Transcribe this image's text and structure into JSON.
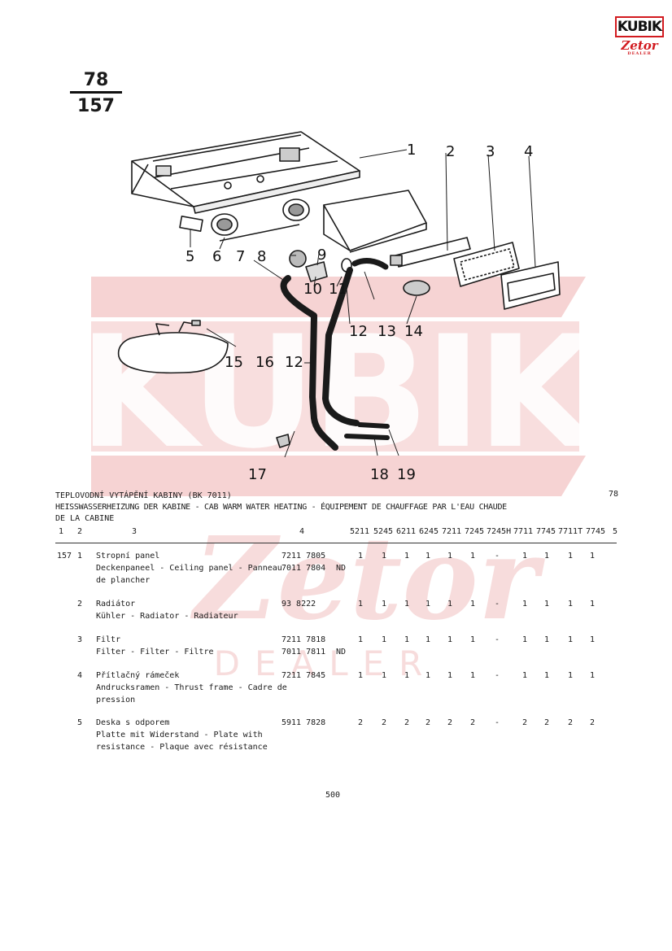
{
  "logo": {
    "brand": "KUBIK",
    "sub": "Zetor",
    "dealer": "DEALER"
  },
  "watermark": {
    "brand": "KUBIK",
    "sub": "Zetor",
    "dealer": "DEALER",
    "color": "#f6c9c9"
  },
  "page_ref": {
    "top": "78",
    "bottom": "157"
  },
  "callouts": [
    "1",
    "2",
    "3",
    "4",
    "5",
    "6",
    "7",
    "8",
    "9",
    "10",
    "11",
    "12",
    "13",
    "14",
    "15",
    "16",
    "12",
    "17",
    "18",
    "19"
  ],
  "header": {
    "title_cz": "TEPLOVODNÍ VYTÁPĚNÍ KABINY (BK 7011)",
    "title_multi_1": "HEISSWASSERHEIZUNG DER KABINE - CAB WARM WATER HEATING - ÉQUIPEMENT DE CHAUFFAGE PAR L'EAU CHAUDE",
    "title_multi_2": "DE LA CABINE",
    "section_no": "78",
    "col_labels": [
      "1",
      "2",
      "3",
      "4"
    ],
    "models": [
      "5211",
      "5245",
      "6211",
      "6245",
      "7211",
      "7245",
      "7245H",
      "7711",
      "7745",
      "7711T",
      "7745"
    ],
    "last_col": "5"
  },
  "rows": [
    {
      "fig": "157",
      "pos": "1",
      "name_cz": "Stropní panel",
      "name_multi": [
        "Deckenpaneel - Ceiling panel - Panneau",
        "de plancher"
      ],
      "part_no": [
        "7211 7805",
        "7011 7804"
      ],
      "note": "ND",
      "qty": [
        "1",
        "1",
        "1",
        "1",
        "1",
        "1",
        "-",
        "1",
        "1",
        "1",
        "1"
      ]
    },
    {
      "fig": "",
      "pos": "2",
      "name_cz": "Radiátor",
      "name_multi": [
        "Kühler - Radiator - Radiateur"
      ],
      "part_no": [
        "93 8222"
      ],
      "note": "",
      "qty": [
        "1",
        "1",
        "1",
        "1",
        "1",
        "1",
        "-",
        "1",
        "1",
        "1",
        "1"
      ]
    },
    {
      "fig": "",
      "pos": "3",
      "name_cz": "Filtr",
      "name_multi": [
        "Filter - Filter - Filtre"
      ],
      "part_no": [
        "7211 7818",
        "7011 7811"
      ],
      "note": "ND",
      "qty": [
        "1",
        "1",
        "1",
        "1",
        "1",
        "1",
        "-",
        "1",
        "1",
        "1",
        "1"
      ]
    },
    {
      "fig": "",
      "pos": "4",
      "name_cz": "Přítlačný rámeček",
      "name_multi": [
        "Andrucksramen - Thrust frame - Cadre de",
        "pression"
      ],
      "part_no": [
        "7211 7845"
      ],
      "note": "",
      "qty": [
        "1",
        "1",
        "1",
        "1",
        "1",
        "1",
        "-",
        "1",
        "1",
        "1",
        "1"
      ]
    },
    {
      "fig": "",
      "pos": "5",
      "name_cz": "Deska s odporem",
      "name_multi": [
        "Platte mit Widerstand - Plate with",
        "resistance - Plaque avec résistance"
      ],
      "part_no": [
        "5911 7828"
      ],
      "note": "",
      "qty": [
        "2",
        "2",
        "2",
        "2",
        "2",
        "2",
        "-",
        "2",
        "2",
        "2",
        "2"
      ]
    }
  ],
  "footer": {
    "page": "500"
  }
}
